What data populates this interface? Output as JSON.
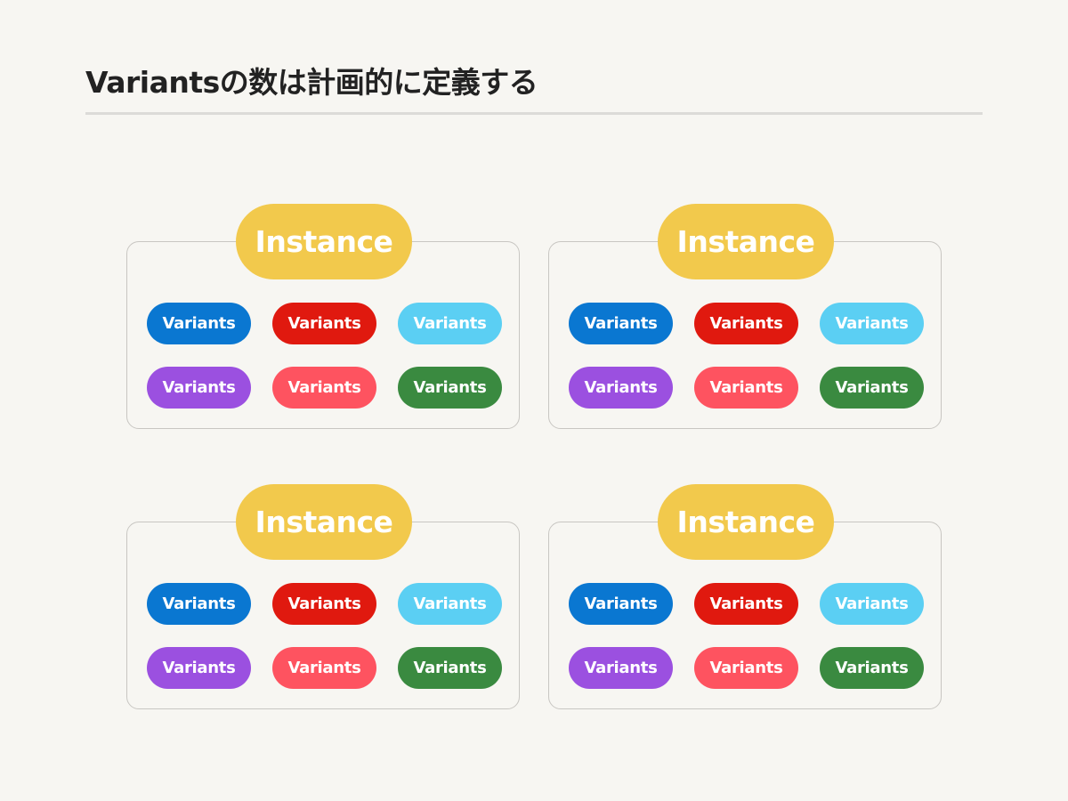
{
  "title": "Variantsの数は計画的に定義する",
  "colors": {
    "background": "#f7f6f2",
    "instance": "#f2c94c",
    "variants": [
      "#0a77d1",
      "#e0190f",
      "#5bcff3",
      "#9b50e0",
      "#fe5360",
      "#3a8a40"
    ]
  },
  "groups": [
    {
      "instance_label": "Instance",
      "variants": [
        "Variants",
        "Variants",
        "Variants",
        "Variants",
        "Variants",
        "Variants"
      ]
    },
    {
      "instance_label": "Instance",
      "variants": [
        "Variants",
        "Variants",
        "Variants",
        "Variants",
        "Variants",
        "Variants"
      ]
    },
    {
      "instance_label": "Instance",
      "variants": [
        "Variants",
        "Variants",
        "Variants",
        "Variants",
        "Variants",
        "Variants"
      ]
    },
    {
      "instance_label": "Instance",
      "variants": [
        "Variants",
        "Variants",
        "Variants",
        "Variants",
        "Variants",
        "Variants"
      ]
    }
  ]
}
